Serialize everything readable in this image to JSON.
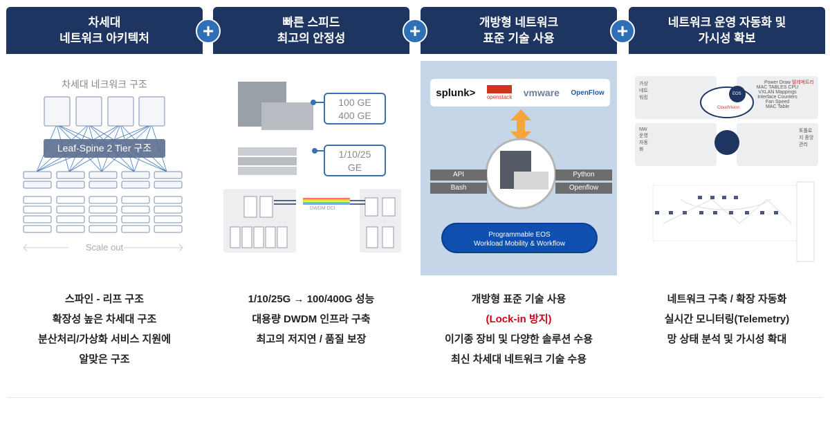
{
  "columns": [
    {
      "title_lines": [
        "차세대",
        "네트워크 아키텍처"
      ],
      "diagram": {
        "title": "차세대 네크워크 구조",
        "band_label": "Leaf-Spine 2 Tier 구조",
        "footer": "Scale out"
      },
      "desc_lines": [
        "스파인 - 리프 구조",
        "확장성 높은 차세대 구조",
        "분산처리/가상화 서비스 지원에",
        "알맞은 구조"
      ]
    },
    {
      "title_lines": [
        "빠른 스피드",
        "최고의 안정성"
      ],
      "diagram": {
        "box1": [
          "100 GE",
          "400 GE"
        ],
        "box2": [
          "1/10/25",
          "GE"
        ],
        "dci_label": "DWDM DCI"
      },
      "desc_lines": [
        "1/10/25G → 100/400G 성능",
        "대용량 DWDM 인프라 구축",
        "최고의 저지연 / 품질 보장"
      ]
    },
    {
      "title_lines": [
        "개방형 네트워크",
        "표준 기술 사용"
      ],
      "diagram": {
        "logos": [
          "splunk>",
          "openstack",
          "vmware",
          "OpenFlow"
        ],
        "left_pills": [
          "API",
          "Bash"
        ],
        "right_pills": [
          "Python",
          "Openflow"
        ],
        "eos_lines": [
          "Programmable EOS",
          "Workload Mobility & Workflow"
        ]
      },
      "desc_lines": [
        "개방형 표준 기술 사용",
        "(Lock-in 방지)",
        "이기종 장비 및 다양한 솔루션 수용",
        "최신 차세대 네트워크 기술 수용"
      ]
    },
    {
      "title_lines": [
        "네트워크 운영 자동화 및",
        "가시성 확보"
      ],
      "diagram": {
        "panel1": "가상 네트워킹",
        "panel2_items": [
          "Power Draw",
          "MAC TABLES CPU",
          "VXLAN Mappings",
          "Interface Counters",
          "Fan Speed",
          "MAC Table"
        ],
        "panel2_label": "텔레메트리",
        "panel3": "NW 운영 자동화",
        "panel4": "토폴로지 중앙관리",
        "cloud": "CloudVision",
        "eos": "EOS"
      },
      "desc_lines": [
        "네트워크 구축 / 확장 자동화",
        "실시간 모니터링(Telemetry)",
        "망 상태 분석 및 가시성 확대"
      ]
    }
  ],
  "plus_symbol": "+",
  "colors": {
    "header": "#1e3461",
    "plus": "#2f6fb5",
    "accent_red": "#d0021b",
    "panel_blue": "#c5d6e8"
  }
}
